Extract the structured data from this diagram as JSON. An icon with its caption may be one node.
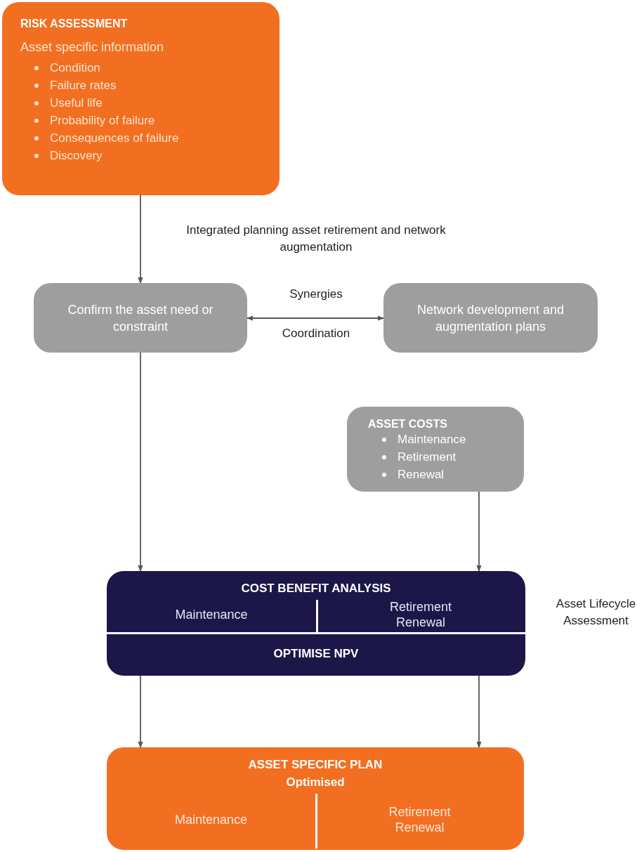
{
  "diagram": {
    "nodes": [
      {
        "text": [
          "RISK ASSESSMENT",
          "Asset specific information",
          "Condition",
          "Failure rates",
          "Useful life",
          "Probability of failure",
          "Consequences of failure",
          "Discovery"
        ]
      },
      {
        "text": [
          "Confirm the asset need or constraint"
        ]
      },
      {
        "text": [
          "Network development and augmentation plans"
        ]
      },
      {
        "text": [
          "ASSET COSTS",
          "Maintenance",
          "Retirement",
          "Renewal"
        ]
      },
      {
        "text": [
          "COST BENEFIT ANALYSIS",
          "Maintenance",
          "Retirement Renewal",
          "OPTIMISE NPV"
        ],
        "beside": [
          "Asset Lifecycle Assessment"
        ]
      },
      {
        "text": [
          "ASSET SPECIFIC PLAN",
          "Optimised",
          "Maintenance",
          "Retirement Renewal"
        ]
      }
    ],
    "edges": [
      {
        "from": 0,
        "to": 1,
        "arrow": "to",
        "label": "Integrated planning asset retirement and network augmentation"
      },
      {
        "from": 1,
        "to": 2,
        "arrow": "both",
        "label": "Synergies"
      },
      {
        "from": 1,
        "to": 4,
        "arrow": "to"
      },
      {
        "from": 3,
        "to": 4,
        "arrow": "to"
      },
      {
        "from": 4,
        "to": 5,
        "arrow": "to"
      },
      {
        "from": 4,
        "to": 5,
        "arrow": "to"
      }
    ],
    "labels": [
      "Coordination"
    ]
  }
}
